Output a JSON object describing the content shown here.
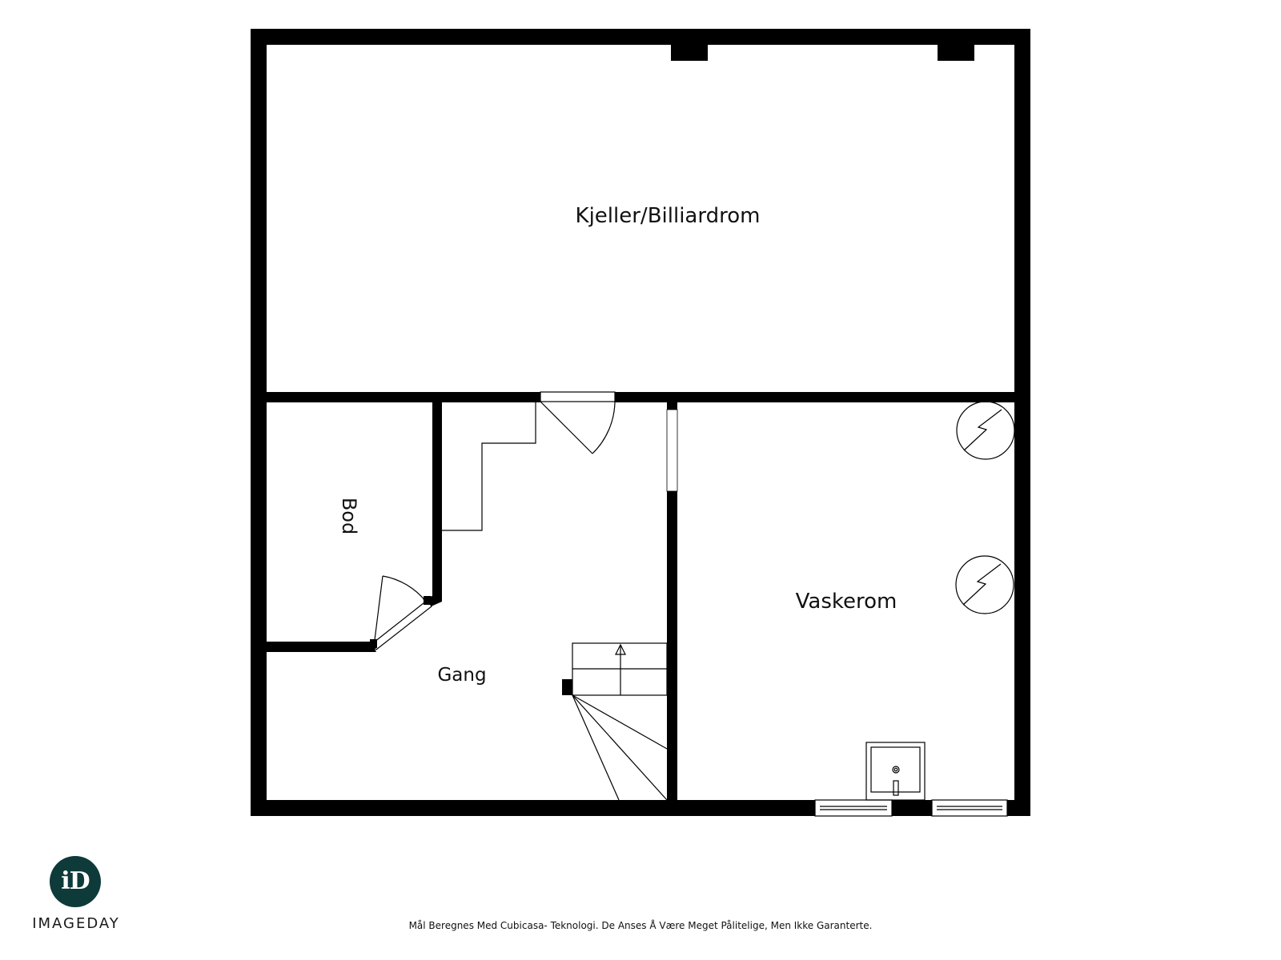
{
  "rooms": {
    "kjeller": "Kjeller/Billiardrom",
    "bod": "Bod",
    "gang": "Gang",
    "vaskerom": "Vaskerom"
  },
  "brand": {
    "mark": "iD",
    "name": "IMAGEDAY",
    "color": "#0e3a3a"
  },
  "disclaimer": "Mål Beregnes Med Cubicasa- Teknologi. De Anses Å Være Meget Pålitelige, Men Ikke Garanterte.",
  "colors": {
    "wall": "#000000",
    "background": "#ffffff"
  }
}
